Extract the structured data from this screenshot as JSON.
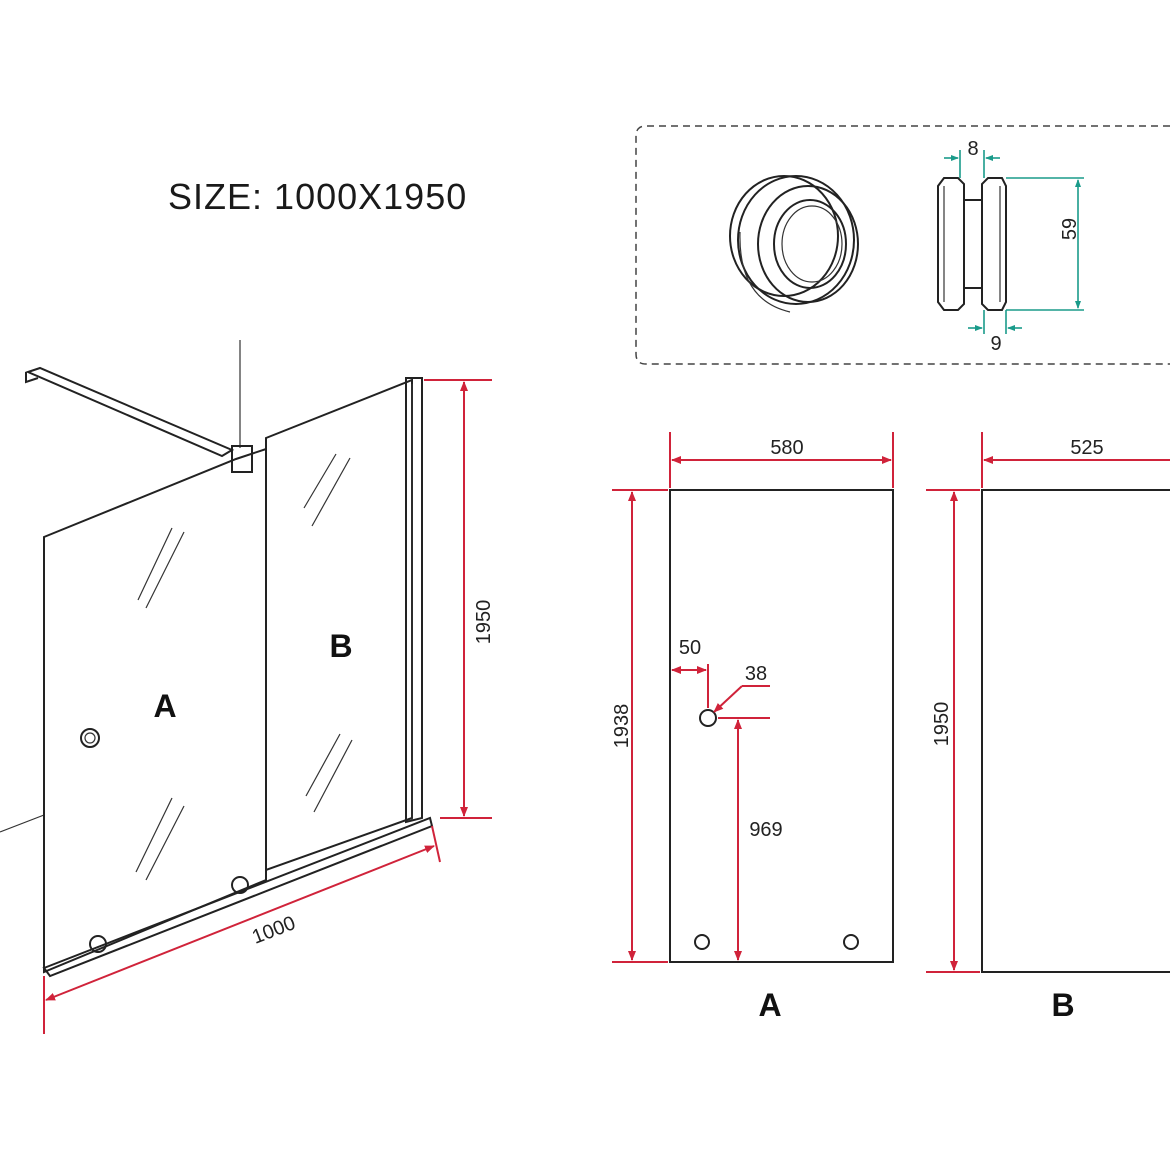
{
  "title": {
    "label": "SIZE",
    "separator": ":",
    "value": "1000X1950"
  },
  "perspective": {
    "panel_a_label": "A",
    "panel_b_label": "B",
    "width_dim": "1000",
    "height_dim": "1950"
  },
  "handle_detail": {
    "thickness_top": "8",
    "thickness_bottom": "9",
    "diameter": "59"
  },
  "panel_a_drawing": {
    "label": "A",
    "width": "580",
    "height": "1938",
    "hole_offset_x": "50",
    "hole_diameter": "38",
    "hole_height": "969"
  },
  "panel_b_drawing": {
    "label": "B",
    "width": "525",
    "height": "1950"
  },
  "colors": {
    "dimension_red": "#d0233a",
    "detail_teal": "#1a9b8a",
    "line": "#222222"
  }
}
